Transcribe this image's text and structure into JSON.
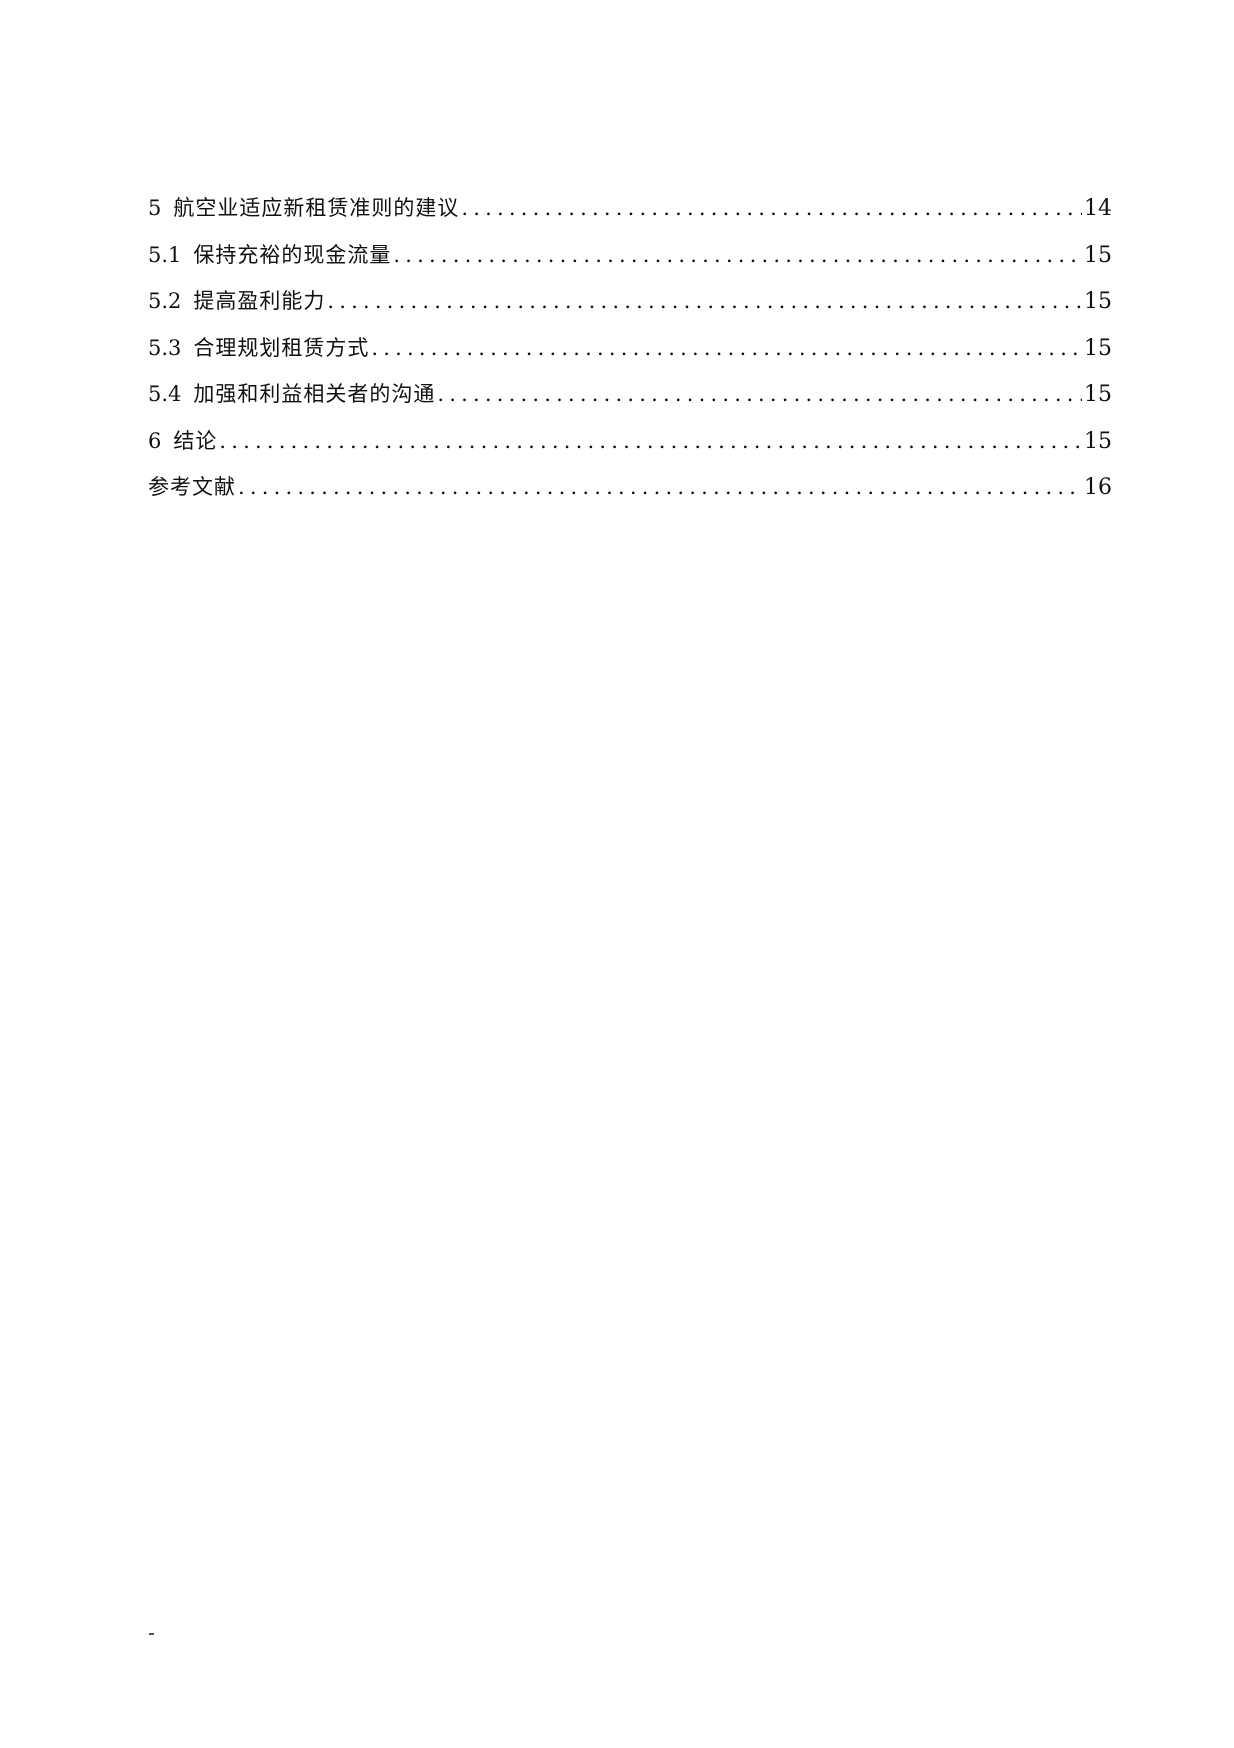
{
  "toc": {
    "entries": [
      {
        "number": "5",
        "title": "航空业适应新租赁准则的建议",
        "page": "14"
      },
      {
        "number": "5.1",
        "title": "保持充裕的现金流量",
        "page": "15"
      },
      {
        "number": "5.2",
        "title": "提高盈利能力",
        "page": "15"
      },
      {
        "number": "5.3",
        "title": "合理规划租赁方式",
        "page": "15"
      },
      {
        "number": "5.4",
        "title": "加强和利益相关者的沟通",
        "page": "15"
      },
      {
        "number": "6",
        "title": "结论",
        "page": "15"
      },
      {
        "number": "",
        "title": "参考文献",
        "page": "16"
      }
    ]
  },
  "footer": {
    "mark": "-"
  }
}
